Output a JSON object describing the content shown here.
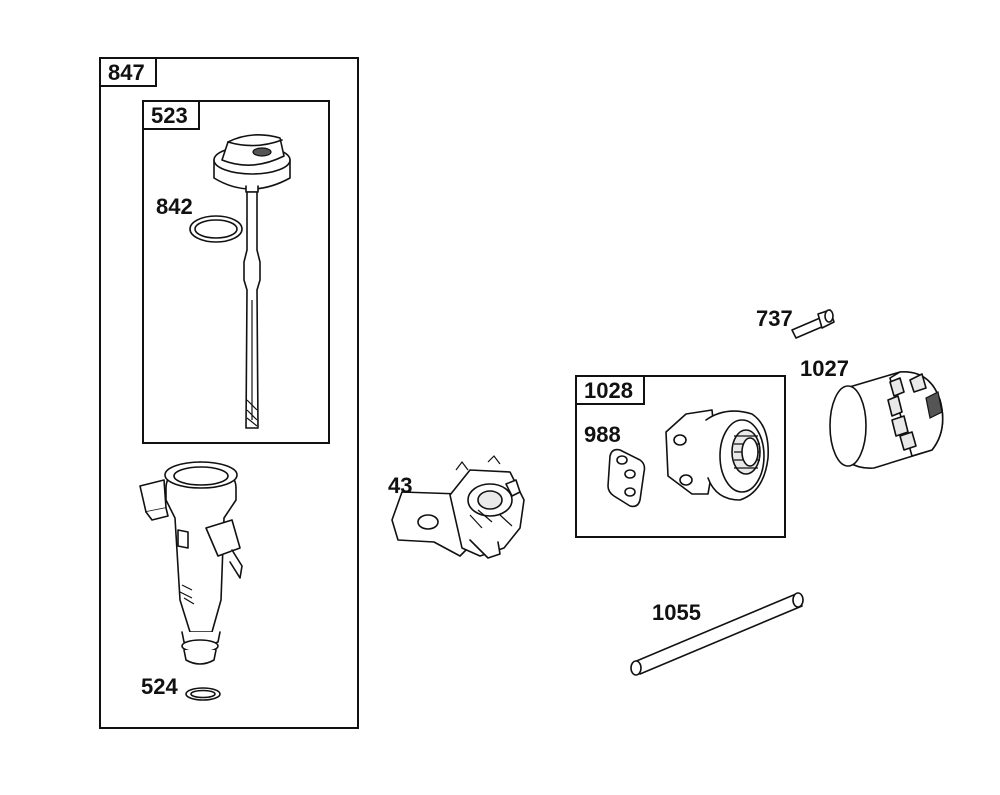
{
  "labels": {
    "kit_847": "847",
    "kit_523": "523",
    "part_842": "842",
    "part_524": "524",
    "part_43": "43",
    "kit_1028": "1028",
    "part_988": "988",
    "part_737": "737",
    "part_1027": "1027",
    "part_1055": "1055"
  }
}
